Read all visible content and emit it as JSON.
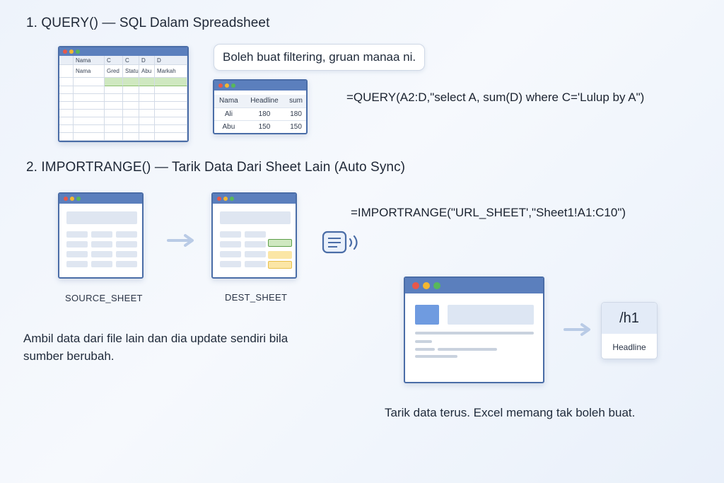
{
  "section1": {
    "heading": "1. QUERY() — SQL Dalam Spreadsheet",
    "sheet": {
      "header_row1": [
        "Nama",
        "C",
        "C",
        "D",
        "D"
      ],
      "header_row2": [
        "Nama",
        "Gred",
        "Status",
        "Abu",
        "Markah"
      ]
    },
    "bubble_text": "Boleh buat filtering, gruan manaa ni.",
    "result_table": {
      "columns": [
        "Nama",
        "Headline",
        "sum"
      ],
      "rows": [
        [
          "Ali",
          "180",
          "180"
        ],
        [
          "Abu",
          "150",
          "150"
        ]
      ]
    },
    "formula": "=QUERY(A2:D,\"select A, sum(D) where C='Lulup by A\")"
  },
  "section2": {
    "heading": "2. IMPORTRANGE() — Tarik Data Dari Sheet Lain (Auto Sync)",
    "source_label": "SOURCE_SHEET",
    "dest_label": "DEST_SHEET",
    "formula": "=IMPORTRANGE(\"URL_SHEET',\"Sheet1!A1:C10\")",
    "description": "Ambil data dari file lain dan dia update sendiri bila sumber berubah.",
    "tag_title": "/h1",
    "tag_subtitle": "Headline",
    "footer": "Tarik data terus. Excel memang tak boleh buat."
  },
  "colors": {
    "window_border": "#4a6da7",
    "window_bar": "#5b7fbd",
    "highlight_green": "#cfe8c0",
    "highlight_yellow": "#fbe6a6",
    "accent_blue": "#6f9be0"
  }
}
